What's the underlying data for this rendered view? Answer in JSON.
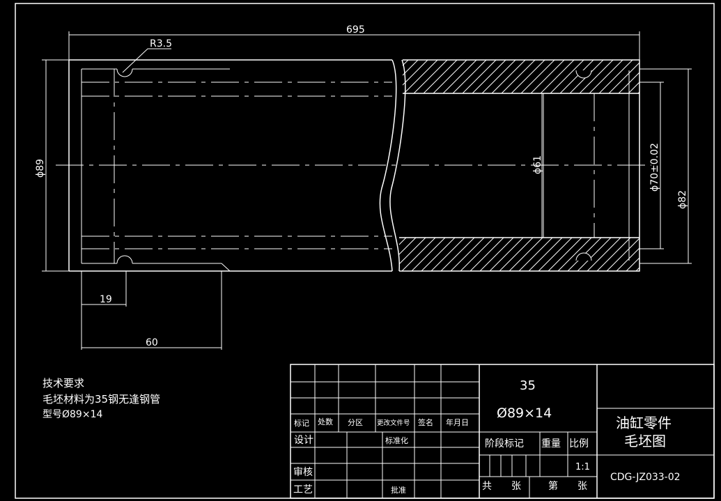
{
  "dimensions": {
    "total_length": "695",
    "radius": "R3.5",
    "outer_dia": "ϕ89",
    "inner_bore": "ϕ61",
    "bore_tol": "ϕ70±0.02",
    "outer_small": "ϕ82",
    "dim_19": "19",
    "dim_60": "60"
  },
  "tech": {
    "heading": "技术要求",
    "line1": "毛坯材料为35钢无逢钢管",
    "line2": "型号Ø89×14"
  },
  "title_block": {
    "headers": [
      "标记",
      "处数",
      "分区",
      "更改文件号",
      "签名",
      "年月日"
    ],
    "design": "设计",
    "standardize": "标准化",
    "review": "审核",
    "process": "工艺",
    "approve": "批准",
    "material": "35",
    "spec": "Ø89×14",
    "stage_mark": "阶段标记",
    "weight": "重量",
    "scale_label": "比例",
    "scale": "1:1",
    "total": "共",
    "sheet": "张",
    "no": "第",
    "sheet2": "张",
    "part_name": "油缸零件",
    "part_sub": "毛坯图",
    "code": "CDG-JZ033-02"
  }
}
